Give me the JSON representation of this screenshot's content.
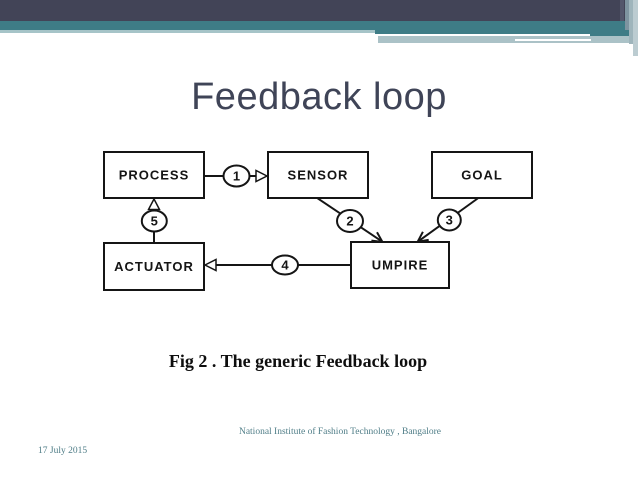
{
  "slide": {
    "title": "Feedback loop",
    "caption": "Fig 2 . The generic Feedback loop",
    "footer": "National Institute of Fashion Technology , Bangalore",
    "date": "17 July 2015"
  },
  "diagram": {
    "nodes": [
      {
        "id": "process",
        "label": "PROCESS"
      },
      {
        "id": "sensor",
        "label": "SENSOR"
      },
      {
        "id": "goal",
        "label": "GOAL"
      },
      {
        "id": "actuator",
        "label": "ACTUATOR"
      },
      {
        "id": "umpire",
        "label": "UMPIRE"
      }
    ],
    "steps": [
      "1",
      "2",
      "3",
      "4",
      "5"
    ],
    "connections": [
      {
        "step": "1",
        "from": "process",
        "to": "sensor"
      },
      {
        "step": "2",
        "from": "sensor",
        "to": "umpire"
      },
      {
        "step": "3",
        "from": "goal",
        "to": "umpire"
      },
      {
        "step": "4",
        "from": "umpire",
        "to": "actuator"
      },
      {
        "step": "5",
        "from": "actuator",
        "to": "process"
      }
    ]
  },
  "colors": {
    "header_dark": "#424457",
    "header_teal": "#3E7C86",
    "header_pale": "#A6C4C8",
    "title_text": "#3F4457",
    "footer_text": "#4F7D87",
    "diagram_ink": "#151515",
    "background": "#FFFFFF"
  }
}
